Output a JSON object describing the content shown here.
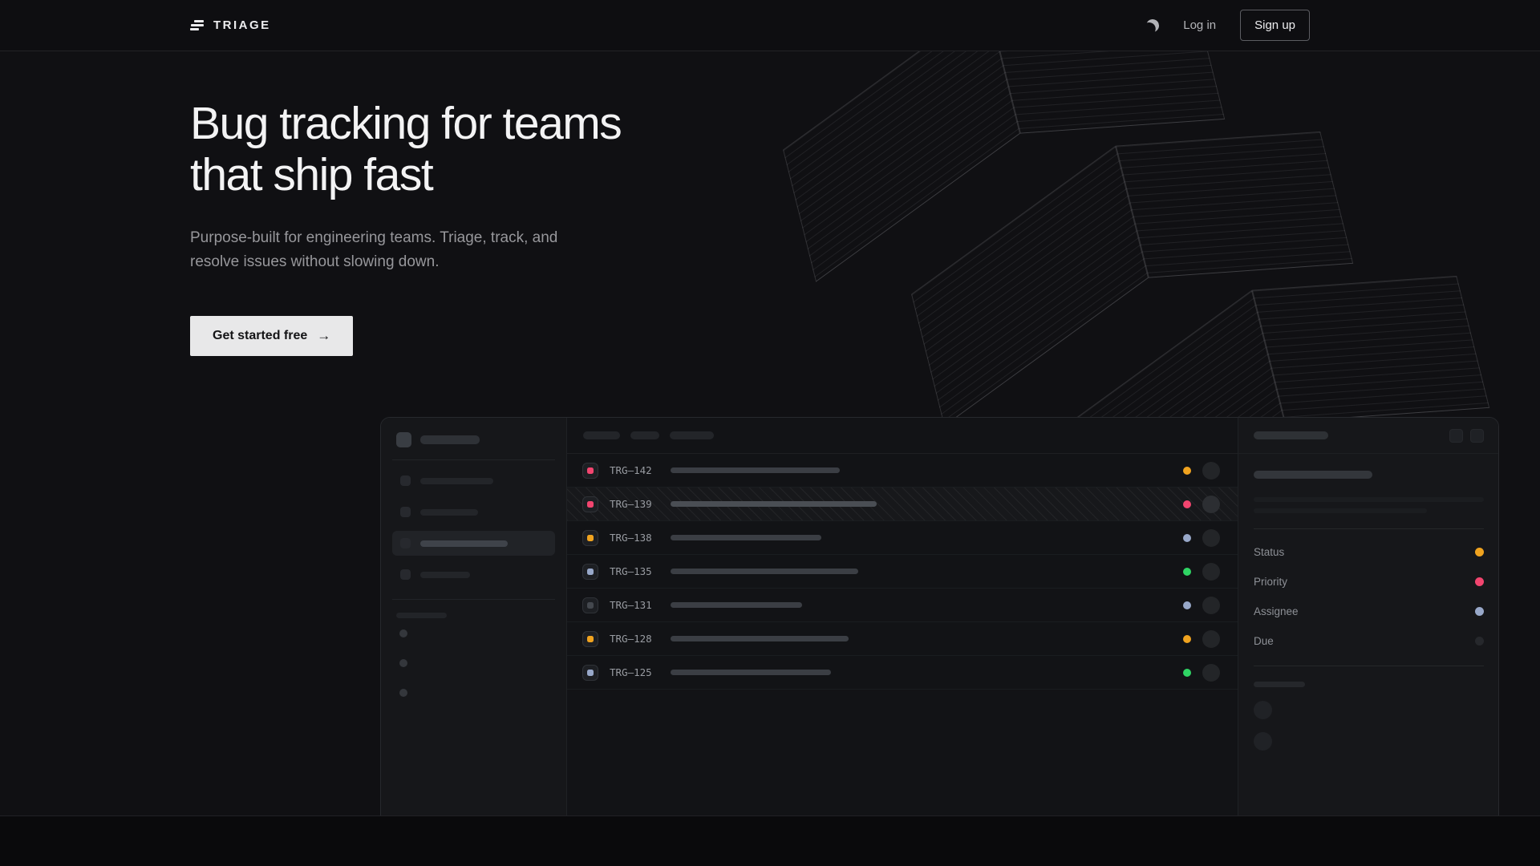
{
  "brand": {
    "name": "TRIAGE"
  },
  "nav": {
    "theme_icon": "moon-icon",
    "login_label": "Log in",
    "signup_label": "Sign up"
  },
  "hero": {
    "title_line1": "Bug tracking for teams",
    "title_line2": "that ship fast",
    "subtitle_line1": "Purpose-built for engineering teams. Triage, track, and",
    "subtitle_line2": "resolve issues without slowing down.",
    "cta_label": "Get started free",
    "cta_arrow": "→"
  },
  "colors": {
    "amber": "#f0a31f",
    "pink": "#f2456f",
    "blue": "#98a8c9",
    "green": "#2fd564",
    "gray": "#44484e",
    "none": "#26282c"
  },
  "app_preview": {
    "sidebar": {
      "nav_items": [
        {
          "width": 91,
          "active": false
        },
        {
          "width": 72,
          "active": false
        },
        {
          "width": 109,
          "active": true
        },
        {
          "width": 62,
          "active": false
        }
      ],
      "dot_count": 3
    },
    "list_header_pill_widths": [
      46,
      36,
      55
    ],
    "issues": [
      {
        "id": "TRG–142",
        "icon_color": "pink",
        "title_width": 211,
        "status_color": "amber",
        "selected": false
      },
      {
        "id": "TRG–139",
        "icon_color": "pink",
        "title_width": 257,
        "status_color": "pink",
        "selected": true
      },
      {
        "id": "TRG–138",
        "icon_color": "amber",
        "title_width": 188,
        "status_color": "blue",
        "selected": false
      },
      {
        "id": "TRG–135",
        "icon_color": "blue",
        "title_width": 234,
        "status_color": "green",
        "selected": false
      },
      {
        "id": "TRG–131",
        "icon_color": "gray",
        "title_width": 164,
        "status_color": "blue",
        "selected": false
      },
      {
        "id": "TRG–128",
        "icon_color": "amber",
        "title_width": 222,
        "status_color": "amber",
        "selected": false
      },
      {
        "id": "TRG–125",
        "icon_color": "blue",
        "title_width": 200,
        "status_color": "green",
        "selected": false
      }
    ],
    "detail_fields": [
      {
        "label": "Status",
        "color": "amber"
      },
      {
        "label": "Priority",
        "color": "pink"
      },
      {
        "label": "Assignee",
        "color": "blue"
      },
      {
        "label": "Due",
        "color": "none"
      }
    ]
  }
}
